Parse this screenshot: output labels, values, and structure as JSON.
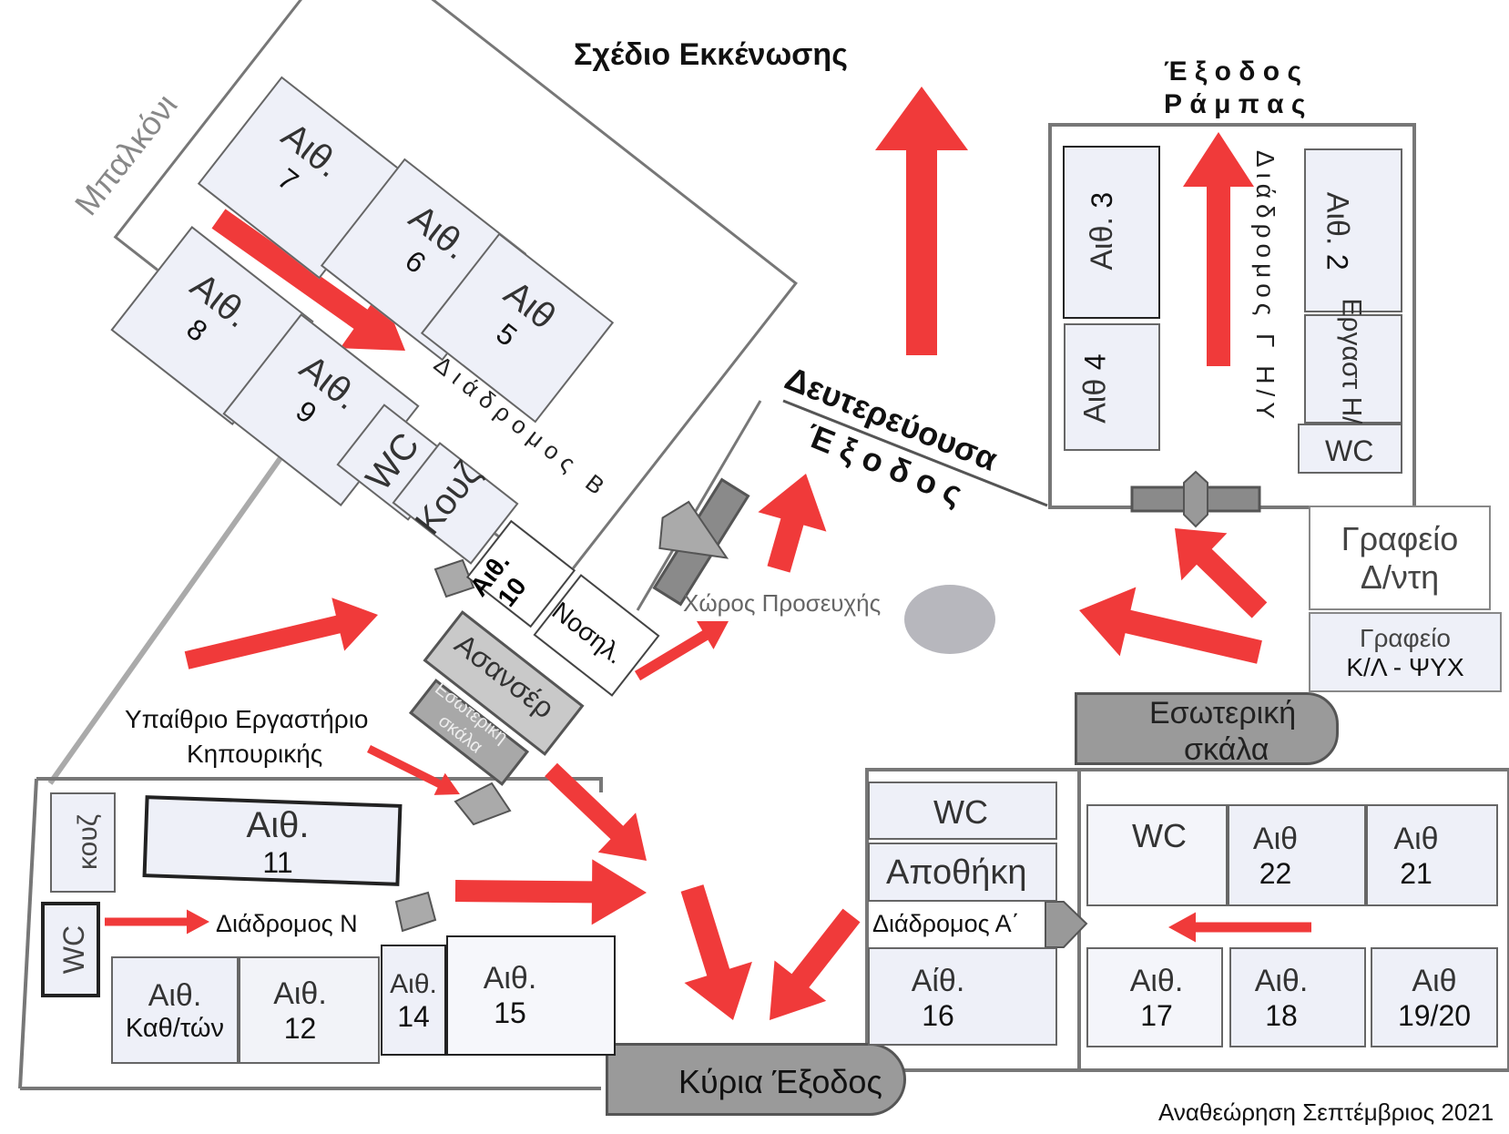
{
  "title": "Σχέδιο Εκκένωσης",
  "revision": "Αναθεώρηση Σεπτέμβριος 2021",
  "exits": {
    "ramp_line1": "Έ ξ ο δ ο ς",
    "ramp_line2": "Ρ ά μ π α ς",
    "secondary_line1": "Δευτερεύουσα",
    "secondary_line2": "Έ ξ ο δ ο ς",
    "main": "Κύρια Έξοδος"
  },
  "areas": {
    "balcony": "Μπαλκόνι",
    "corridor_b": "Διάδρομος Β",
    "corridor_g": "Διάδρομος Γ Η/Υ",
    "corridor_n": "Διάδρομος Ν",
    "corridor_a": "Διάδρομος Α΄",
    "prayer": "Χώρος Προσευχής",
    "outdoor_line1": "Υπαίθριο Εργαστήριο",
    "outdoor_line2": "Κηπουρικής",
    "elevator": "Ασανσέρ",
    "inner_stair_a": "Εσωτερική",
    "inner_stair_b": "σκάλα",
    "inner_stair_right_a": "Εσωτερική",
    "inner_stair_right_b": "σκάλα"
  },
  "rooms": {
    "r7": {
      "label": "Αιθ.",
      "num": "7"
    },
    "r6": {
      "label": "Αιθ.",
      "num": "6"
    },
    "r5": {
      "label": "Αιθ",
      "num": "5"
    },
    "r8": {
      "label": "Αιθ.",
      "num": "8"
    },
    "r9": {
      "label": "Αιθ.",
      "num": "9"
    },
    "wc_left": "WC",
    "kouz_left": "Κουζ",
    "r10": {
      "label": "Αιθ.",
      "num": "10"
    },
    "nurse": "Νοσηλ.",
    "r3": {
      "label": "Αιθ.",
      "num": "3"
    },
    "r4": {
      "label": "Αιθ",
      "num": "4"
    },
    "r2": {
      "label": "Αιθ.",
      "num": "2"
    },
    "lab_pc": {
      "label": "Εργαστ",
      "num": "Η/Υ"
    },
    "wc_right": "WC",
    "office_director": {
      "line1": "Γραφείο",
      "line2": "Δ/ντη"
    },
    "office_kl": {
      "line1": "Γραφείο",
      "line2": "Κ/Λ - ΨΥΧ"
    },
    "kouz_bottom": "κουζ",
    "r11": {
      "label": "Αιθ.",
      "num": "11"
    },
    "wc_bottom": "WC",
    "teachers": {
      "label": "Αιθ.",
      "num": "Καθ/τών"
    },
    "r12": {
      "label": "Αιθ.",
      "num": "12"
    },
    "r14": {
      "label": "Αιθ.",
      "num": "14"
    },
    "r15": {
      "label": "Αιθ.",
      "num": "15"
    },
    "wc_a": "WC",
    "storage": "Αποθήκη",
    "r16": {
      "label": "Αίθ.",
      "num": "16"
    },
    "wc_b": "WC",
    "r22": {
      "label": "Αιθ",
      "num": "22"
    },
    "r21": {
      "label": "Αιθ",
      "num": "21"
    },
    "r17": {
      "label": "Αιθ.",
      "num": "17"
    },
    "r18": {
      "label": "Αιθ.",
      "num": "18"
    },
    "r1920": {
      "label": "Αιθ",
      "num": "19/20"
    }
  },
  "colors": {
    "arrow": "#f03a3a",
    "wall": "#777777",
    "room": "#eef0f8",
    "stair": "#8a8a8a"
  }
}
